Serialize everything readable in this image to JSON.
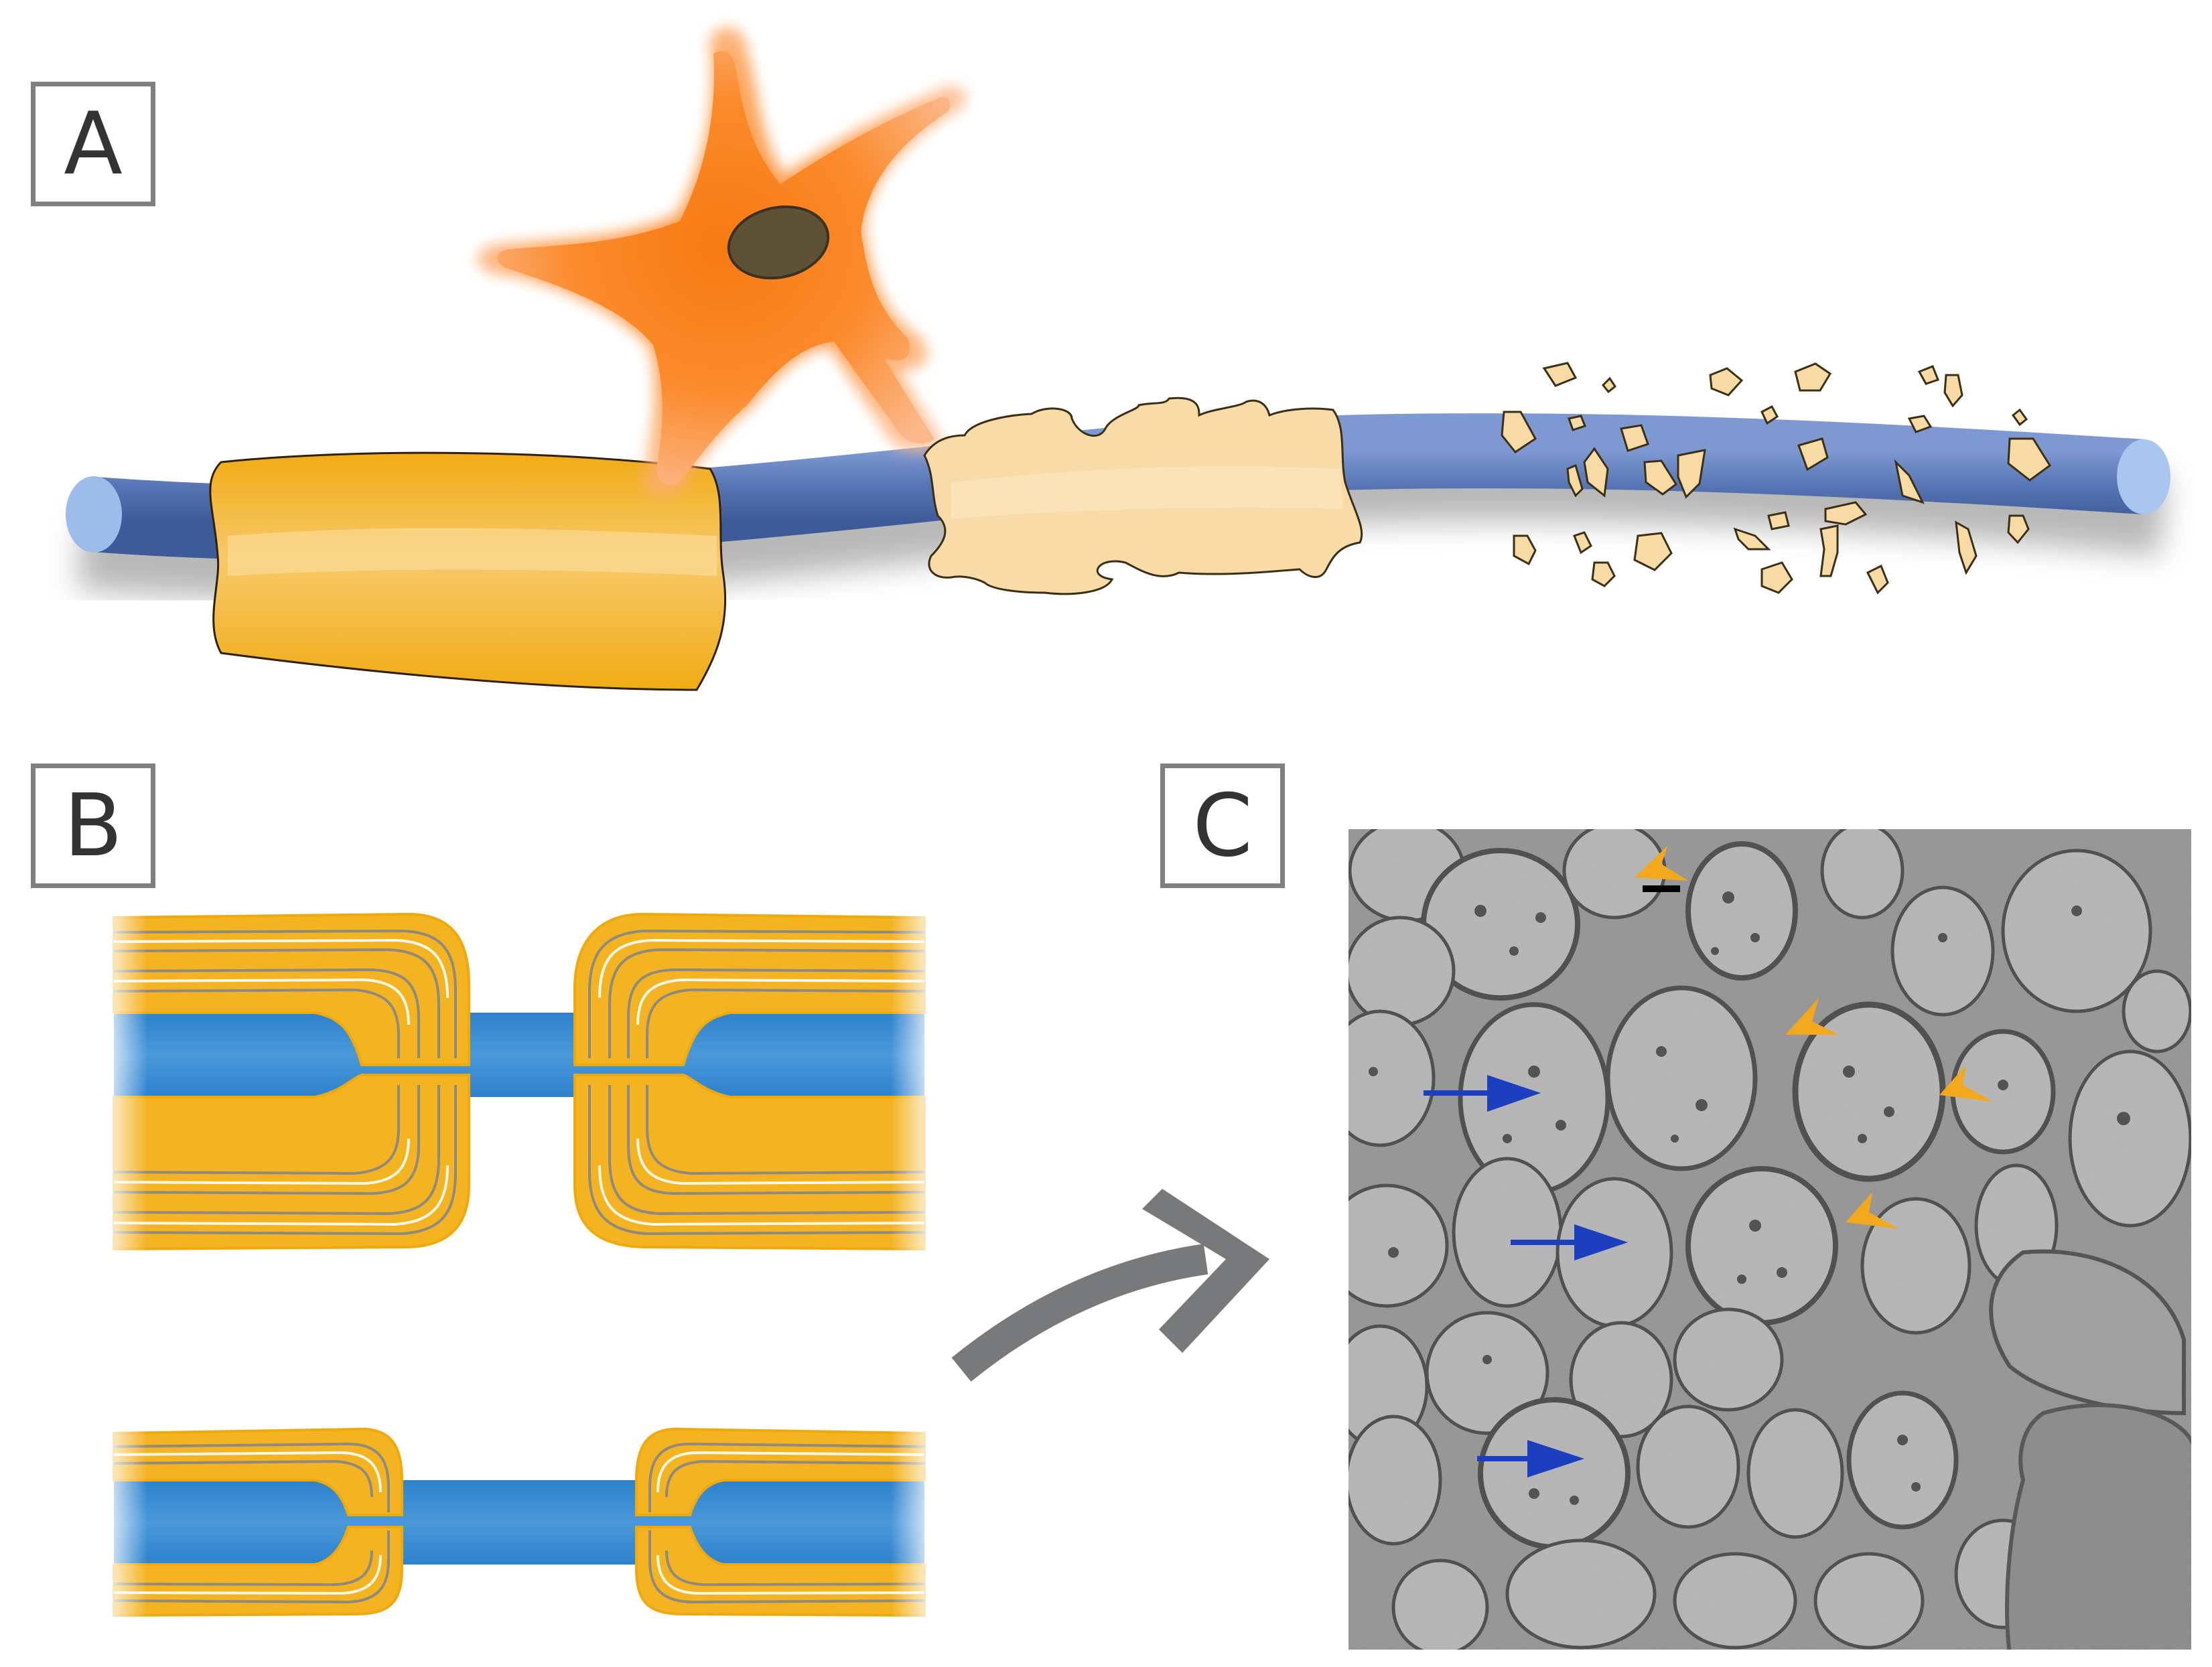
{
  "panels": {
    "a": {
      "label": "A"
    },
    "b": {
      "label": "B"
    },
    "c": {
      "label": "C"
    }
  },
  "colors": {
    "axon_light": "#9fc0ea",
    "axon_dark": "#5574b3",
    "myelin_healthy": "#f4b321",
    "myelin_damaged": "#f8dba4",
    "microglia": "#fa8220",
    "nucleus": "#5e5236",
    "axon_b": "#2f86d0",
    "arrow_gray": "#77797b",
    "em_arrow_blue": "#1b3fbf",
    "em_arrowhead_orange": "#f2a81d"
  },
  "icons": {
    "transition_arrow": "curved-arrow-icon",
    "em_arrows": "blue-arrow-icon",
    "em_arrowheads": "orange-arrowhead-icon"
  }
}
